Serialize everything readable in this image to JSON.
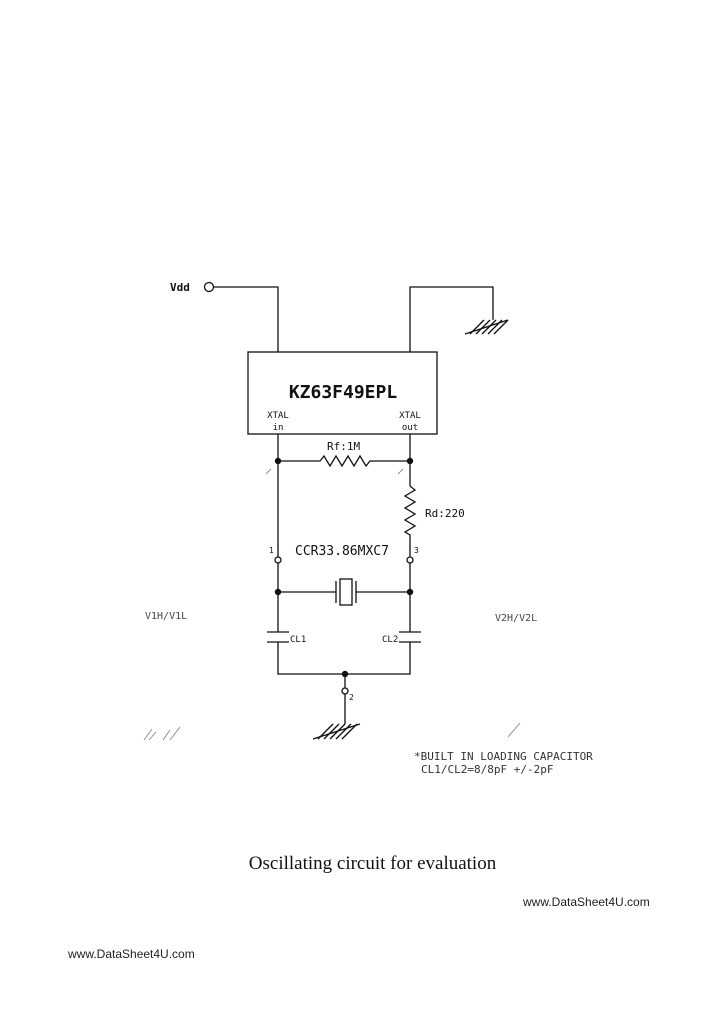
{
  "schematic": {
    "supply_label": "Vdd",
    "chip_label": "KZ63F49EPL",
    "xtal_in_label_1": "XTAL",
    "xtal_in_label_2": "in",
    "xtal_out_label_1": "XTAL",
    "xtal_out_label_2": "out",
    "feedback_resistor": "Rf:1M",
    "damping_resistor": "Rd:220",
    "resonator_label": "CCR33.86MXC7",
    "pin_1": "1",
    "pin_3": "3",
    "pin_2": "2",
    "left_level_label": "V1H/V1L",
    "right_level_label": "V2H/V2L",
    "cap_1_label": "CL1",
    "cap_2_label": "CL2",
    "note_line_1": "*BUILT IN LOADING CAPACITOR",
    "note_line_2": "CL1/CL2=8/8pF +/-2pF"
  },
  "caption": "Oscillating circuit for evaluation",
  "watermark_right": "www.DataSheet4U.com",
  "watermark_left": "www.DataSheet4U.com"
}
